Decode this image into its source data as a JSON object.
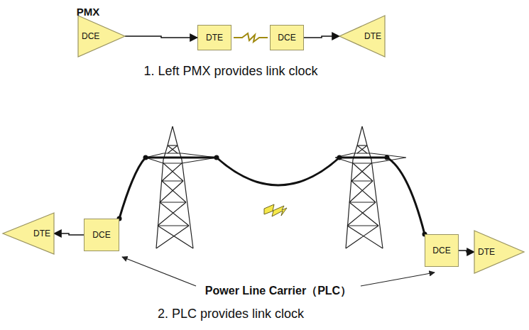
{
  "diagram": {
    "nodes": [
      {
        "text": [
          "DCE"
        ]
      },
      {
        "text": [
          "DTE"
        ]
      },
      {
        "text": [
          "DCE"
        ]
      },
      {
        "text": [
          "DTE"
        ]
      },
      {
        "text": [
          "DTE"
        ]
      },
      {
        "text": [
          "DCE"
        ]
      },
      {
        "text": [
          "DCE"
        ]
      },
      {
        "text": [
          "DTE"
        ]
      }
    ],
    "edges": [
      {
        "from": 0,
        "to": 1,
        "arrow": "to"
      },
      {
        "from": 1,
        "to": 2,
        "arrow": "none"
      },
      {
        "from": 2,
        "to": 3,
        "arrow": "to"
      },
      {
        "from": 5,
        "to": 4,
        "arrow": "to"
      },
      {
        "from": 5,
        "to": 6,
        "arrow": "none"
      },
      {
        "from": 6,
        "to": 7,
        "arrow": "to"
      }
    ],
    "labels": [
      "PMX",
      "1. Left PMX provides link clock",
      "Power Line Carrier（PLC）",
      "2. PLC provides link clock"
    ]
  }
}
